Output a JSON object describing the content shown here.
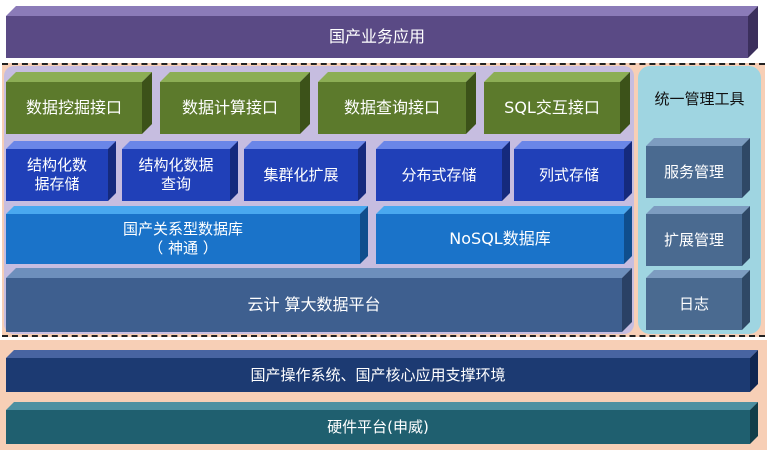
{
  "layers": {
    "top": {
      "label": "国产业务应用"
    },
    "interfaces": [
      {
        "label": "数据挖掘接口"
      },
      {
        "label": "数据计算接口"
      },
      {
        "label": "数据查询接口"
      },
      {
        "label": "SQL交互接口"
      }
    ],
    "storage": [
      {
        "label": "结构化数\n据存储"
      },
      {
        "label": "结构化数据\n查询"
      },
      {
        "label": "集群化扩展"
      },
      {
        "label": "分布式存储"
      },
      {
        "label": "列式存储"
      }
    ],
    "databases": [
      {
        "label": "国产关系型数据库\n（ 神通 ）"
      },
      {
        "label": "NoSQL数据库"
      }
    ],
    "platform": {
      "label": "云计 算大数据平台"
    },
    "os_layer": {
      "label": "国产操作系统、国产核心应用支撑环境"
    },
    "hardware": {
      "label": "硬件平台(申威)"
    }
  },
  "management": {
    "title": "统一管理工具",
    "items": [
      {
        "label": "服务管理"
      },
      {
        "label": "扩展管理"
      },
      {
        "label": "日志"
      }
    ]
  }
}
